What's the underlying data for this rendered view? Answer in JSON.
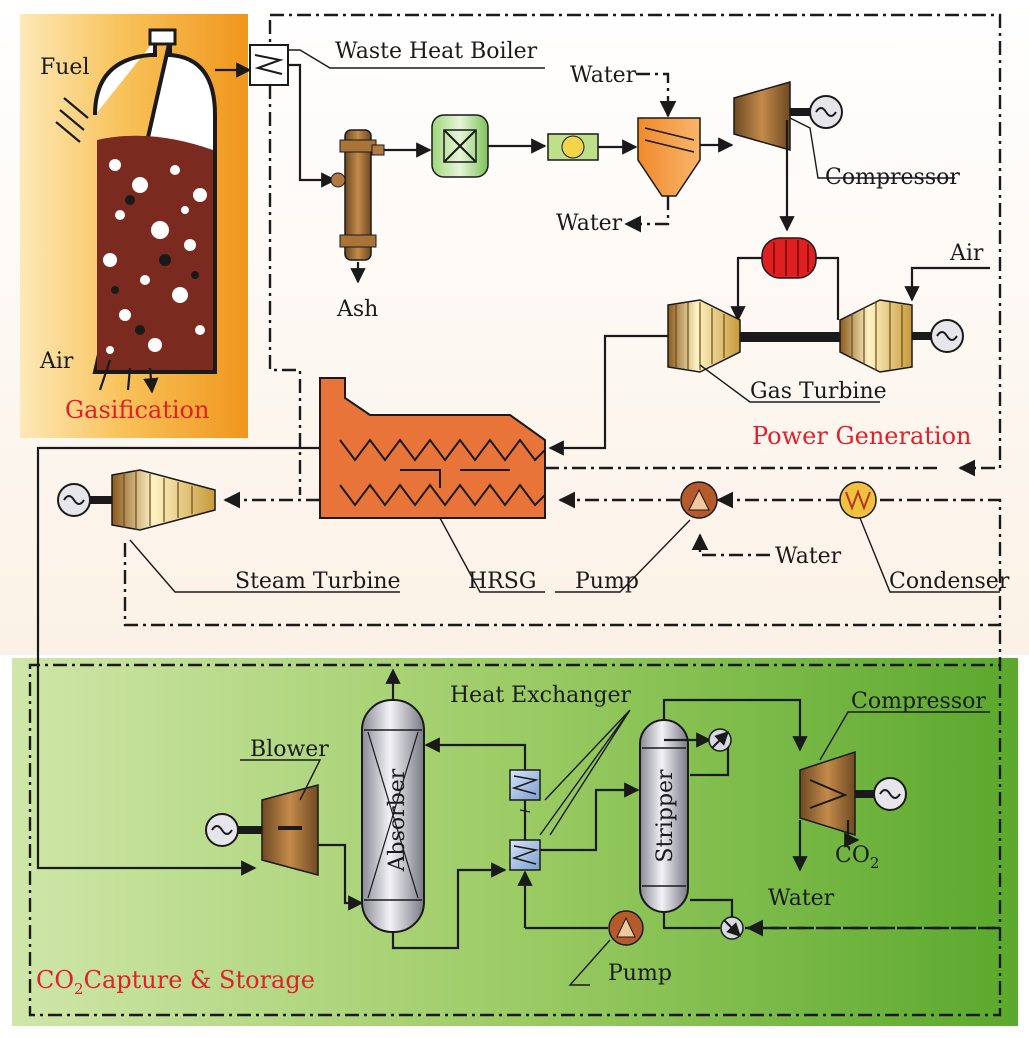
{
  "sections": {
    "gasification": "Gasification",
    "power_generation": "Power Generation",
    "ccs_prefix": "CO",
    "ccs_sub": "2",
    "ccs_rest": "Capture & Storage"
  },
  "labels": {
    "fuel": "Fuel",
    "air_gasifier": "Air",
    "waste_heat_boiler": "Waste Heat Boiler",
    "water_in_top": "Water",
    "water_out_top": "Water",
    "ash": "Ash",
    "compressor_top": "Compressor",
    "air_gas_turbine": "Air",
    "gas_turbine": "Gas Turbine",
    "steam_turbine": "Steam Turbine",
    "hrsg": "HRSG",
    "pump_top": "Pump",
    "water_pump": "Water",
    "condenser": "Condenser",
    "heat_exchanger": "Heat Exchanger",
    "blower": "Blower",
    "absorber": "Absorber",
    "stripper": "Stripper",
    "compressor_bottom": "Compressor",
    "co2_main": "CO",
    "co2_sub": "2",
    "water_bottom": "Water",
    "pump_bottom": "Pump"
  },
  "colors": {
    "gasification_bg": "#f5a623",
    "ccs_bg": "#6fb23a",
    "hrsg_fill": "#e8743a",
    "section_title": "#e0202a"
  }
}
